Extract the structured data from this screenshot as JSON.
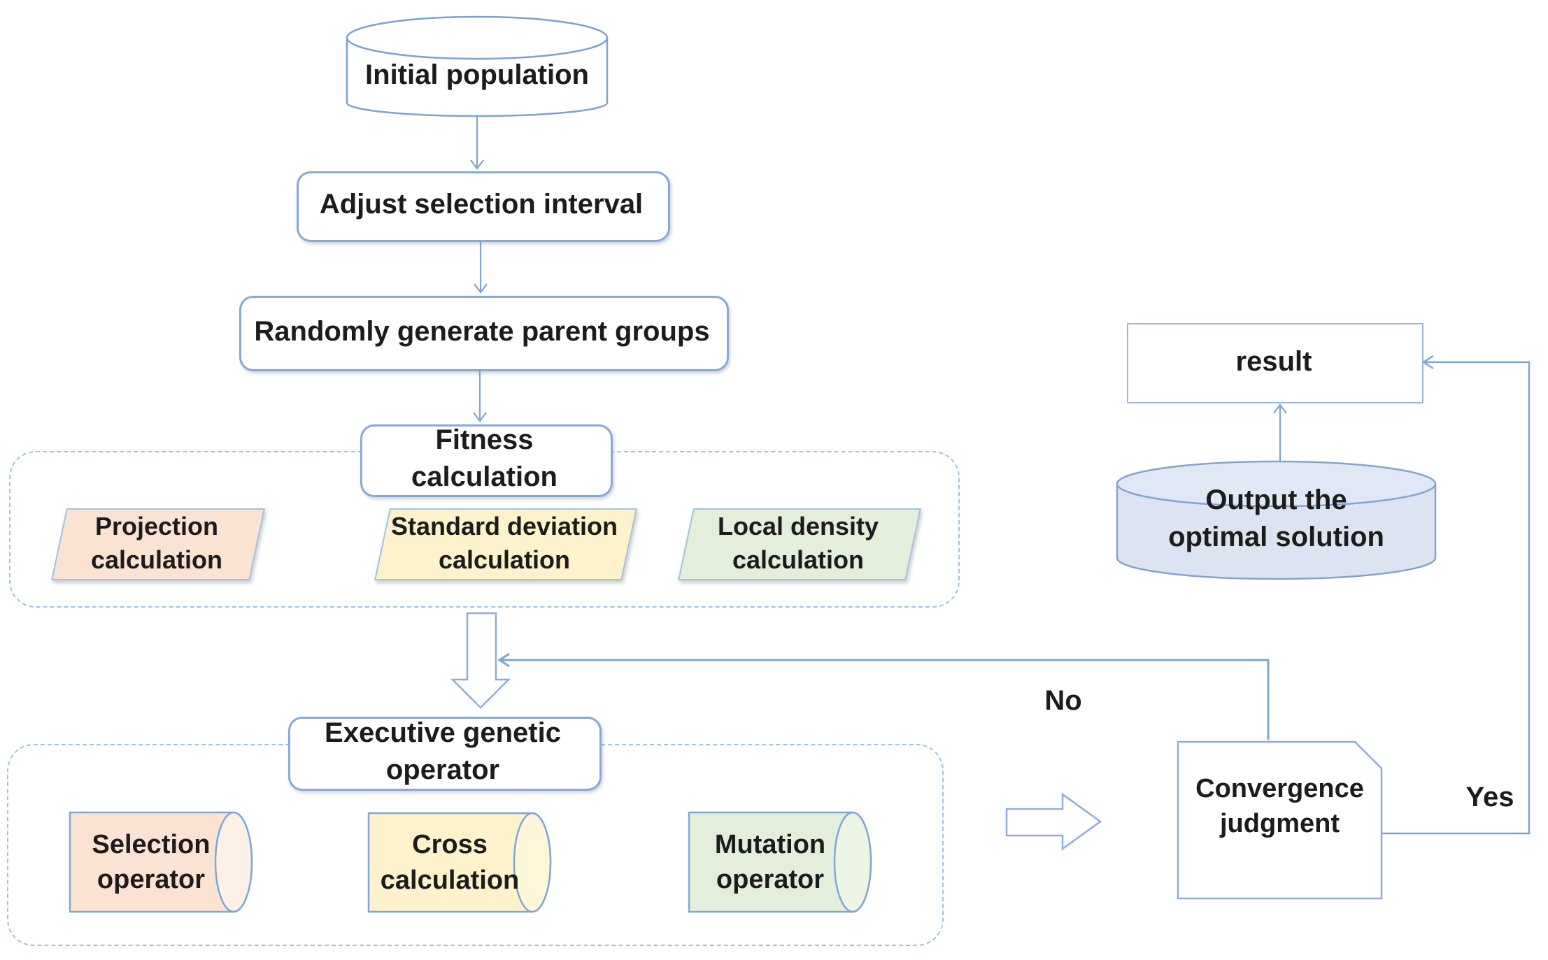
{
  "nodes": {
    "initial_population": {
      "label": "Initial population"
    },
    "adjust_selection": {
      "label": "Adjust selection interval"
    },
    "random_parents": {
      "label": "Randomly generate parent groups"
    },
    "fitness": {
      "label": "Fitness calculation"
    },
    "projection": {
      "line1": "Projection",
      "line2": "calculation",
      "fill": "#fbe3d3"
    },
    "standard_deviation": {
      "line1": "Standard deviation",
      "line2": "calculation",
      "fill": "#fef2cc"
    },
    "local_density": {
      "line1": "Local density",
      "line2": "calculation",
      "fill": "#e3efda"
    },
    "executive": {
      "label": "Executive genetic operator"
    },
    "selection_operator": {
      "line1": "Selection",
      "line2": "operator",
      "fill": "#fbe3d3"
    },
    "cross_calculation": {
      "line1": "Cross",
      "line2": "calculation",
      "fill": "#fef2cc"
    },
    "mutation_operator": {
      "line1": "Mutation",
      "line2": "operator",
      "fill": "#e3efda"
    },
    "convergence": {
      "line1": "Convergence",
      "line2": "judgment"
    },
    "output_optimal": {
      "line1": "Output the",
      "line2": "optimal solution",
      "fill": "#dce4f2"
    },
    "result": {
      "label": "result"
    }
  },
  "edges": {
    "no_label": "No",
    "yes_label": "Yes"
  },
  "colors": {
    "connector_line": "#7ca6d4",
    "dashed_group_border": "#9dc3e6",
    "box_border": "#85aad7",
    "text": "#1c1c1c",
    "background": "#ffffff"
  }
}
